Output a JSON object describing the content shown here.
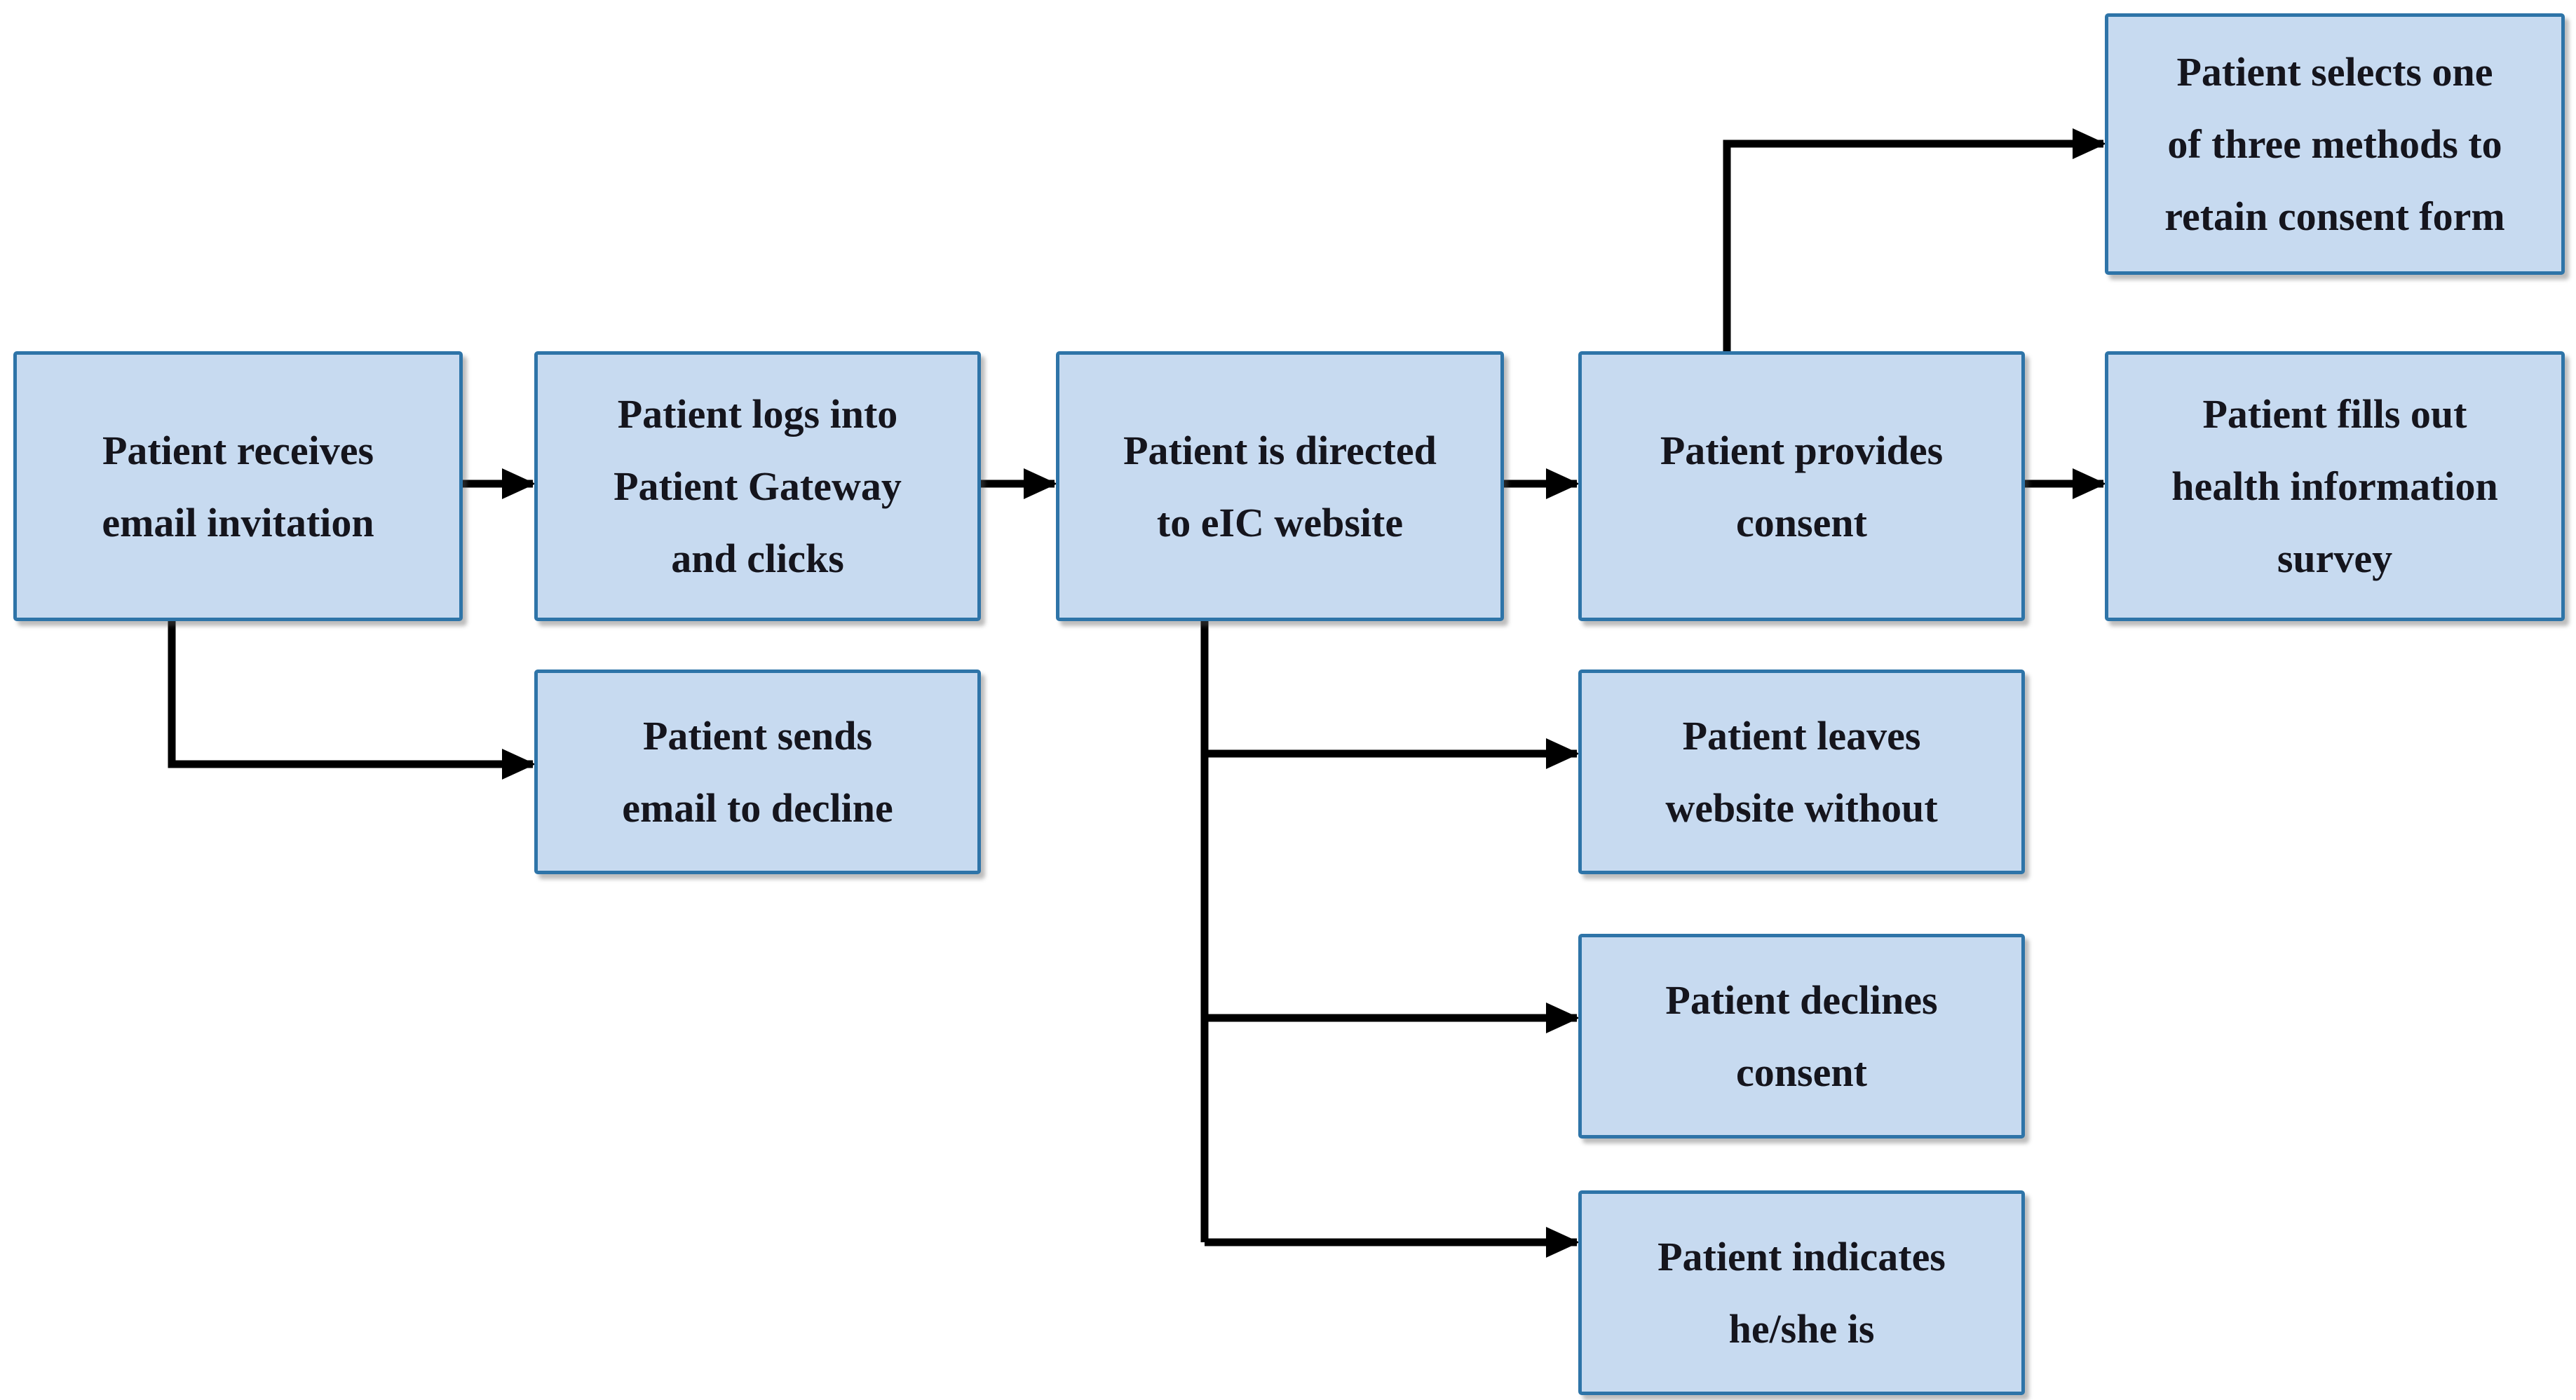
{
  "style": {
    "box_fill": "#c7daf0",
    "box_border": "#2e74a8",
    "text_color": "#15151d",
    "arrow_color": "#000000",
    "background": "#ffffff"
  },
  "nodes": [
    {
      "id": "receives-email",
      "lines": [
        "Patient receives",
        "email invitation"
      ]
    },
    {
      "id": "logs-in",
      "lines": [
        "Patient logs into",
        "Patient Gateway",
        "and clicks"
      ]
    },
    {
      "id": "directed-eic",
      "lines": [
        "Patient is directed",
        "to eIC website"
      ]
    },
    {
      "id": "provides-consent",
      "lines": [
        "Patient provides",
        "consent"
      ]
    },
    {
      "id": "selects-method",
      "lines": [
        "Patient selects one",
        "of three methods to",
        "retain consent form"
      ]
    },
    {
      "id": "fills-survey",
      "lines": [
        "Patient fills out",
        "health information",
        "survey"
      ]
    },
    {
      "id": "declines-email",
      "lines": [
        "Patient sends",
        "email to decline"
      ]
    },
    {
      "id": "leaves-website",
      "lines": [
        "Patient leaves",
        "website without"
      ]
    },
    {
      "id": "declines-consent",
      "lines": [
        "Patient declines",
        "consent"
      ]
    },
    {
      "id": "indicates-minor",
      "lines": [
        "Patient indicates",
        "he/she is"
      ]
    }
  ],
  "edges": [
    {
      "from": "receives-email",
      "to": "logs-in"
    },
    {
      "from": "receives-email",
      "to": "declines-email"
    },
    {
      "from": "logs-in",
      "to": "directed-eic"
    },
    {
      "from": "directed-eic",
      "to": "provides-consent"
    },
    {
      "from": "directed-eic",
      "to": "leaves-website"
    },
    {
      "from": "directed-eic",
      "to": "declines-consent"
    },
    {
      "from": "directed-eic",
      "to": "indicates-minor"
    },
    {
      "from": "provides-consent",
      "to": "selects-method"
    },
    {
      "from": "provides-consent",
      "to": "fills-survey"
    }
  ]
}
